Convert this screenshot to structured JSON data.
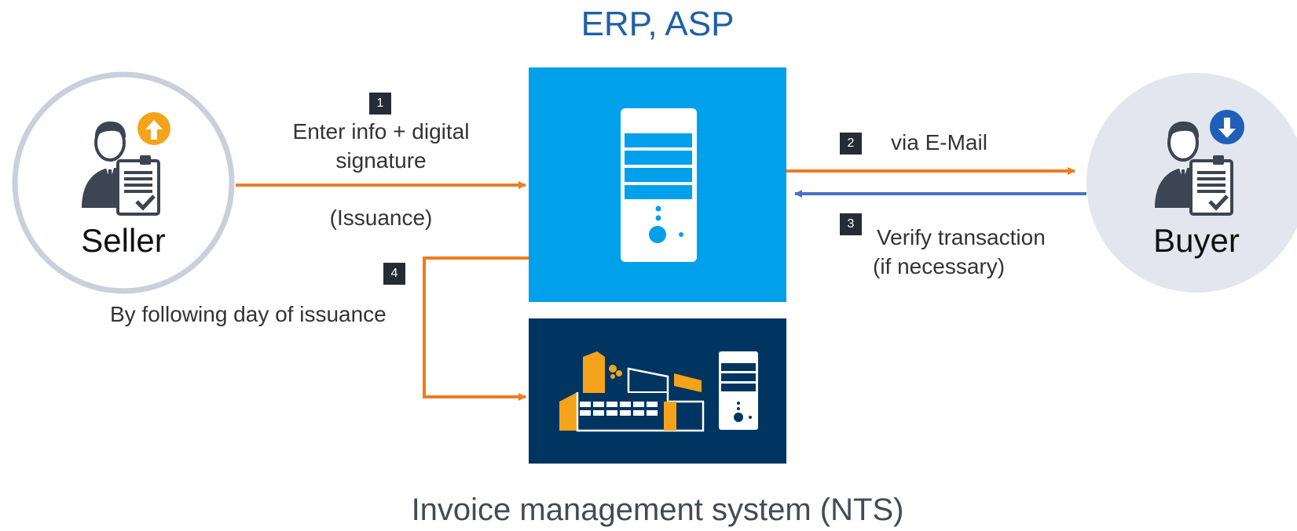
{
  "header": {
    "title": "ERP, ASP"
  },
  "footer": {
    "title": "Invoice management system (NTS)"
  },
  "parties": {
    "seller": {
      "label": "Seller",
      "icon": "seller-upload-icon"
    },
    "buyer": {
      "label": "Buyer",
      "icon": "buyer-download-icon"
    }
  },
  "steps": [
    {
      "num": "1",
      "lines": [
        "Enter info + digital",
        "signature"
      ],
      "note": "(Issuance)"
    },
    {
      "num": "2",
      "text": "via E-Mail"
    },
    {
      "num": "3",
      "lines": [
        "Verify transaction",
        "(if necessary)"
      ]
    },
    {
      "num": "4",
      "text": "By following day of issuance"
    }
  ],
  "colors": {
    "orange": "#f07c1e",
    "blue_arrow": "#4a72c4",
    "erp_box": "#00a0ea",
    "nts_box": "#003561",
    "circle_border": "#c9d0dc",
    "buyer_circle": "#e3e6ee",
    "title": "#1f5fa8"
  }
}
